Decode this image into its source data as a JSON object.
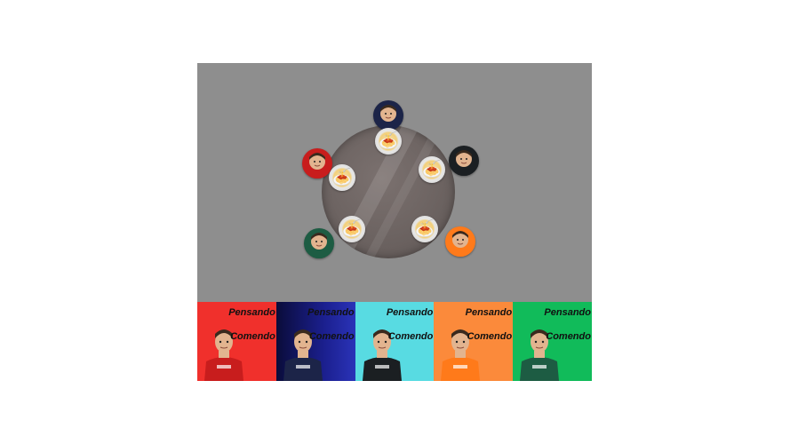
{
  "scene": {
    "background_color": "#8e8e8e",
    "table_color": "#6c6361",
    "seat_icon": "driver-portrait-icon",
    "plate_icon": "spaghetti-icon",
    "plate_glyph": "🍝"
  },
  "drivers": [
    {
      "id": "ferrari",
      "color": "#f0302c",
      "suit": "#c81d1d",
      "helmet": "#d81e1e"
    },
    {
      "id": "redbull",
      "color": "#1b1f6e",
      "suit": "#1c2448",
      "helmet": "#233a7a"
    },
    {
      "id": "mercedes",
      "color": "#58dbe2",
      "suit": "#1b1f22",
      "helmet": "#2b2f33"
    },
    {
      "id": "mclaren",
      "color": "#fb8a3b",
      "suit": "#ff7a1a",
      "helmet": "#ff7a1a"
    },
    {
      "id": "astonmartin",
      "color": "#11bb5a",
      "suit": "#1d5c43",
      "helmet": "#1f6b4f"
    }
  ],
  "cards": [
    {
      "status_top": "Pensando",
      "status_bottom": "Comendo"
    },
    {
      "status_top": "Pensando",
      "status_bottom": "Comendo"
    },
    {
      "status_top": "Pensando",
      "status_bottom": "Comendo"
    },
    {
      "status_top": "Pensando",
      "status_bottom": "Comendo"
    },
    {
      "status_top": "Pensando",
      "status_bottom": "Comendo"
    }
  ]
}
